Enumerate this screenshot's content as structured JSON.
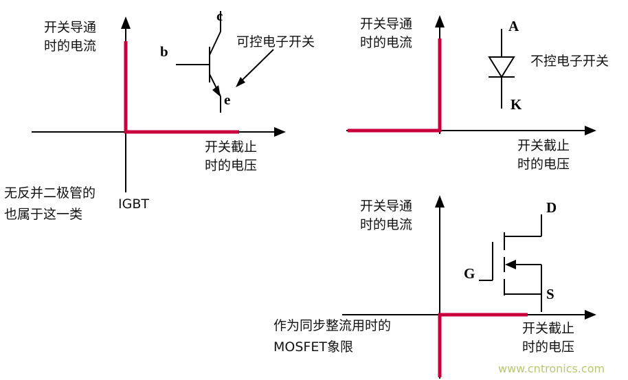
{
  "colors": {
    "axis": "#000000",
    "highlight_red": "#c8003c",
    "watermark_green": "#b5c96e"
  },
  "watermark": "www.cntronics.com",
  "bjt": {
    "y_axis_label": "开关导通\n时的电流",
    "x_axis_label": "开关截止\n时的电压",
    "annotation": "可控电子开关",
    "note": "无反并二极管的\n也属于这一类",
    "note_inline": "IGBT",
    "terminal_b": "b",
    "terminal_c": "c",
    "terminal_e": "e"
  },
  "diode": {
    "y_axis_label": "开关导通\n时的电流",
    "x_axis_label": "开关截止\n时的电压",
    "annotation": "不控电子开关",
    "terminal_a": "A",
    "terminal_k": "K"
  },
  "mosfet": {
    "y_axis_label": "开关导通\n时的电流",
    "x_axis_label": "开关截止\n时的电压",
    "note": "作为同步整流用时的\nMOSFET象限",
    "terminal_g": "G",
    "terminal_d": "D",
    "terminal_s": "S"
  }
}
